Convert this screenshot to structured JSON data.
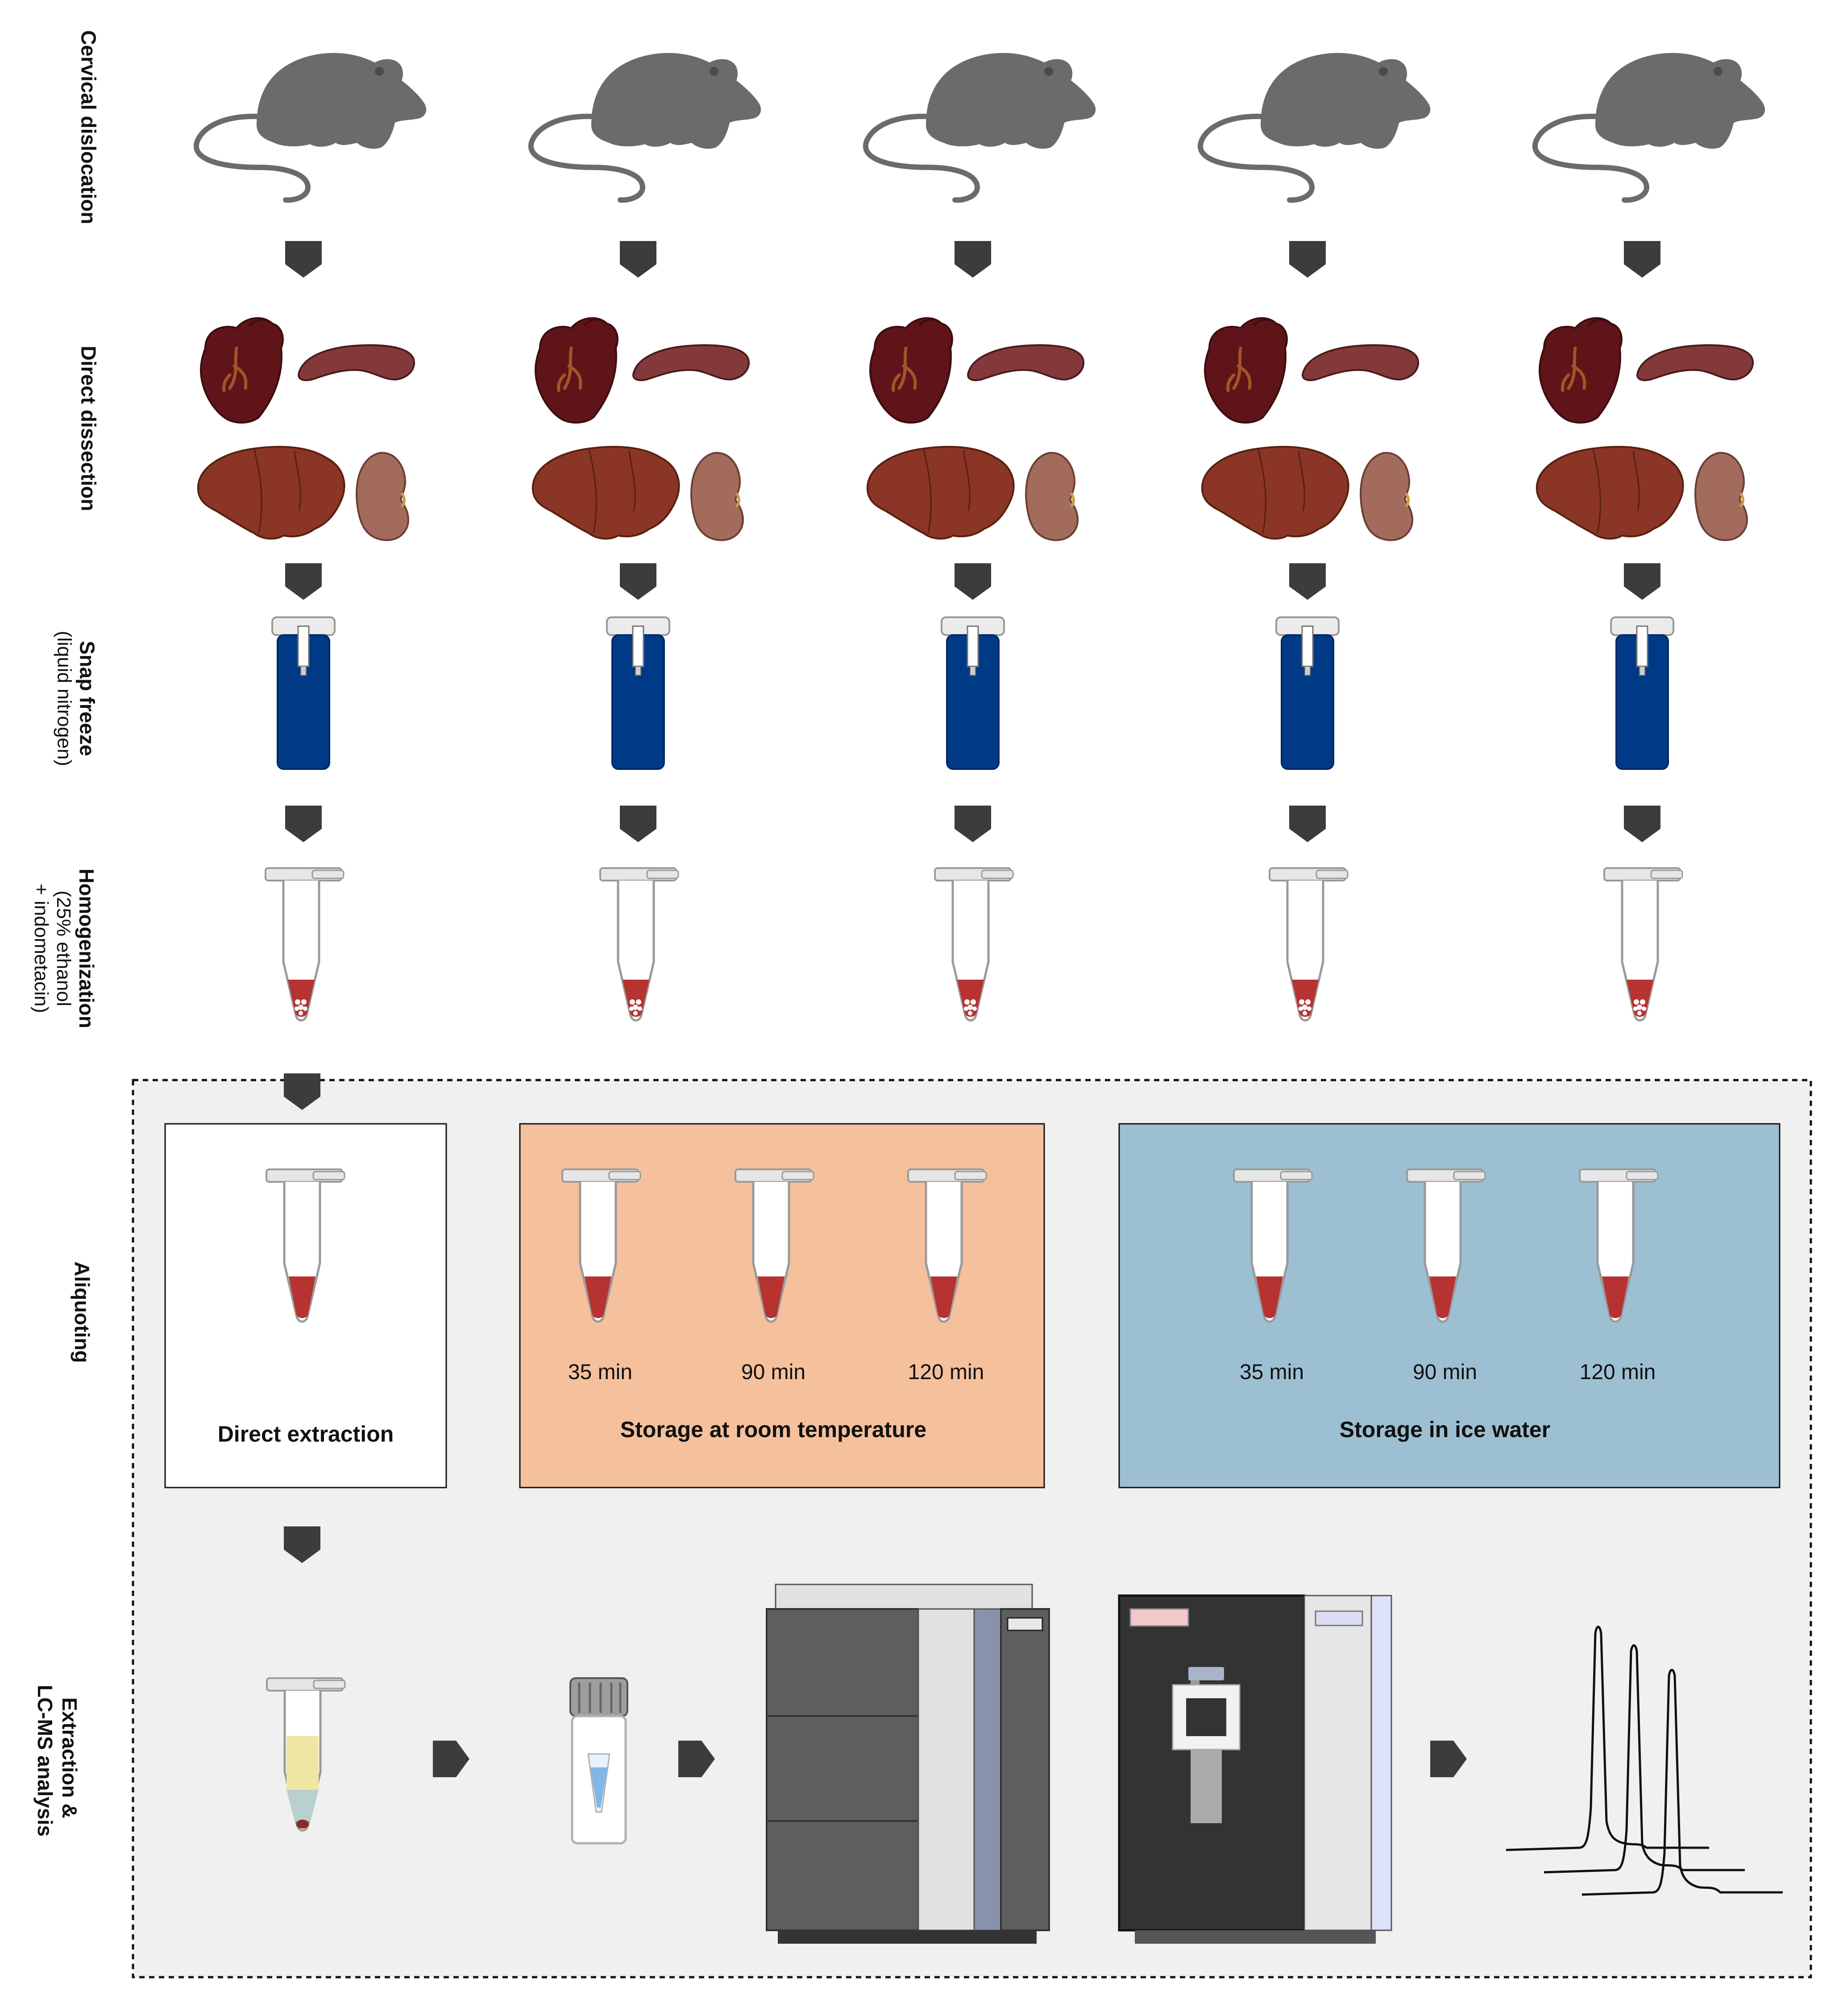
{
  "steps": {
    "cervical_dislocation": "Cervical dislocation",
    "direct_dissection": "Direct dissection",
    "snap_freeze": "Snap freeze",
    "snap_freeze_sub": "(liquid nitrogen)",
    "homogenization": "Homogenization",
    "homogenization_sub_1": "(25% ethanol",
    "homogenization_sub_2": "+ indometacin)",
    "aliquoting": "Aliquoting",
    "extraction_1": "Extraction &",
    "extraction_2": "LC-MS analysis"
  },
  "groups": {
    "direct": {
      "title": "Direct extraction"
    },
    "room_temp": {
      "title": "Storage at room temperature",
      "times": [
        "35 min",
        "90 min",
        "120 min"
      ]
    },
    "ice_water": {
      "title": "Storage in ice water",
      "times": [
        "35 min",
        "90 min",
        "120 min"
      ]
    }
  },
  "colors": {
    "mouse": "#6b6b6b",
    "heart": "#5e1419",
    "spleen": "#83393a",
    "liver": "#8b3526",
    "kidney": "#a26b5c",
    "cryotube": "#003a87",
    "blood": "#b63332",
    "room_temp_box": "#f5c09c",
    "ice_water_box": "#9dbfd2",
    "panel_bg": "#f0f0f0"
  }
}
